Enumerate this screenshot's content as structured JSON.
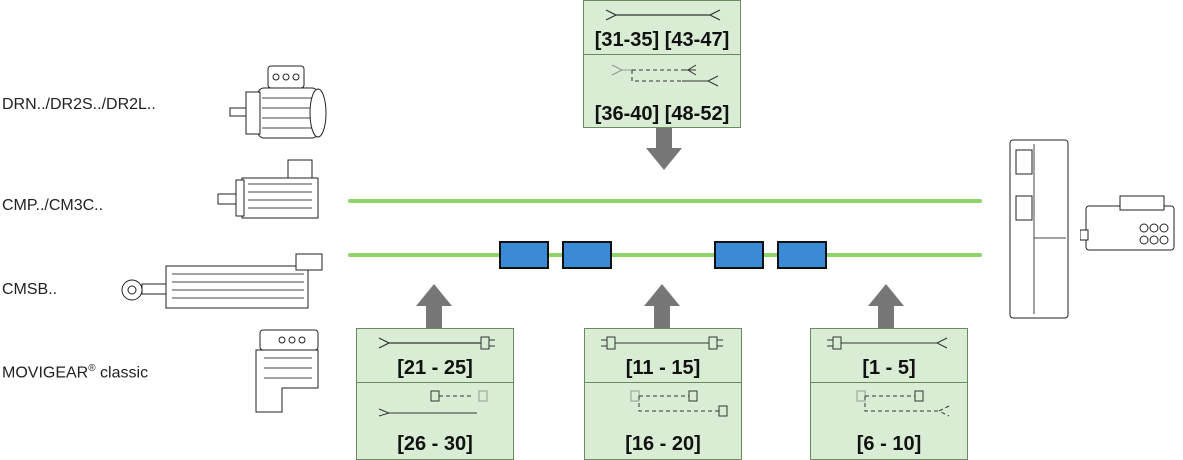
{
  "motors": [
    {
      "label": "DRN../DR2S../DR2L..",
      "icon": "drn-motor-icon"
    },
    {
      "label": "CMP../CM3C..",
      "icon": "cmp-motor-icon"
    },
    {
      "label": "CMSB..",
      "icon": "cmsb-motor-icon"
    },
    {
      "label": "MOVIGEAR",
      "sup": "®",
      "suffix": " classic",
      "icon": "movigear-icon"
    }
  ],
  "cables": {
    "top": {
      "upper": "[31-35] [43-47]",
      "lower": "[36-40] [48-52]"
    },
    "left": {
      "upper": "[21 - 25]",
      "lower": "[26 - 30]"
    },
    "middle": {
      "upper": "[11 - 15]",
      "lower": "[16 - 20]"
    },
    "right": {
      "upper": "[1 - 5]",
      "lower": "[6 - 10]"
    }
  },
  "colors": {
    "bus": "#8fd46a",
    "module": "#3b8ad6",
    "card": "#d9ecd4",
    "arrow": "#777777"
  }
}
